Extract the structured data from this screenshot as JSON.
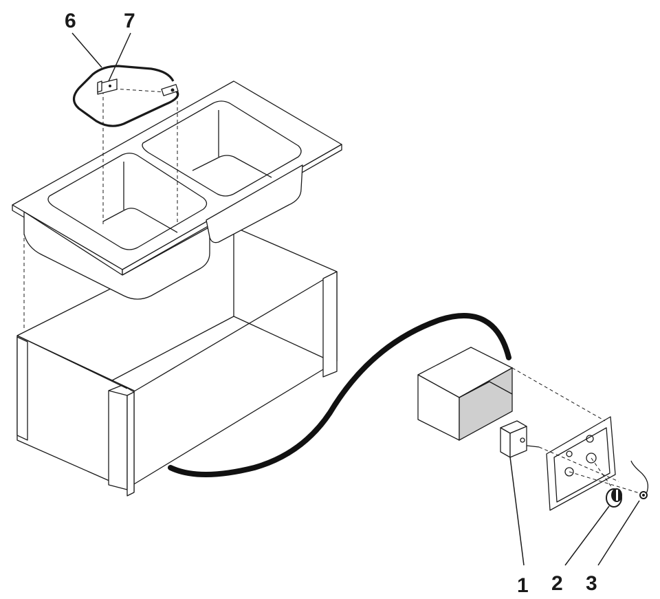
{
  "callouts": {
    "c1": "1",
    "c2": "2",
    "c3": "3",
    "c6": "6",
    "c7": "7"
  },
  "colors": {
    "line": "#1a1a1a",
    "shade": "#cfcfcf",
    "cord": "#111111"
  }
}
